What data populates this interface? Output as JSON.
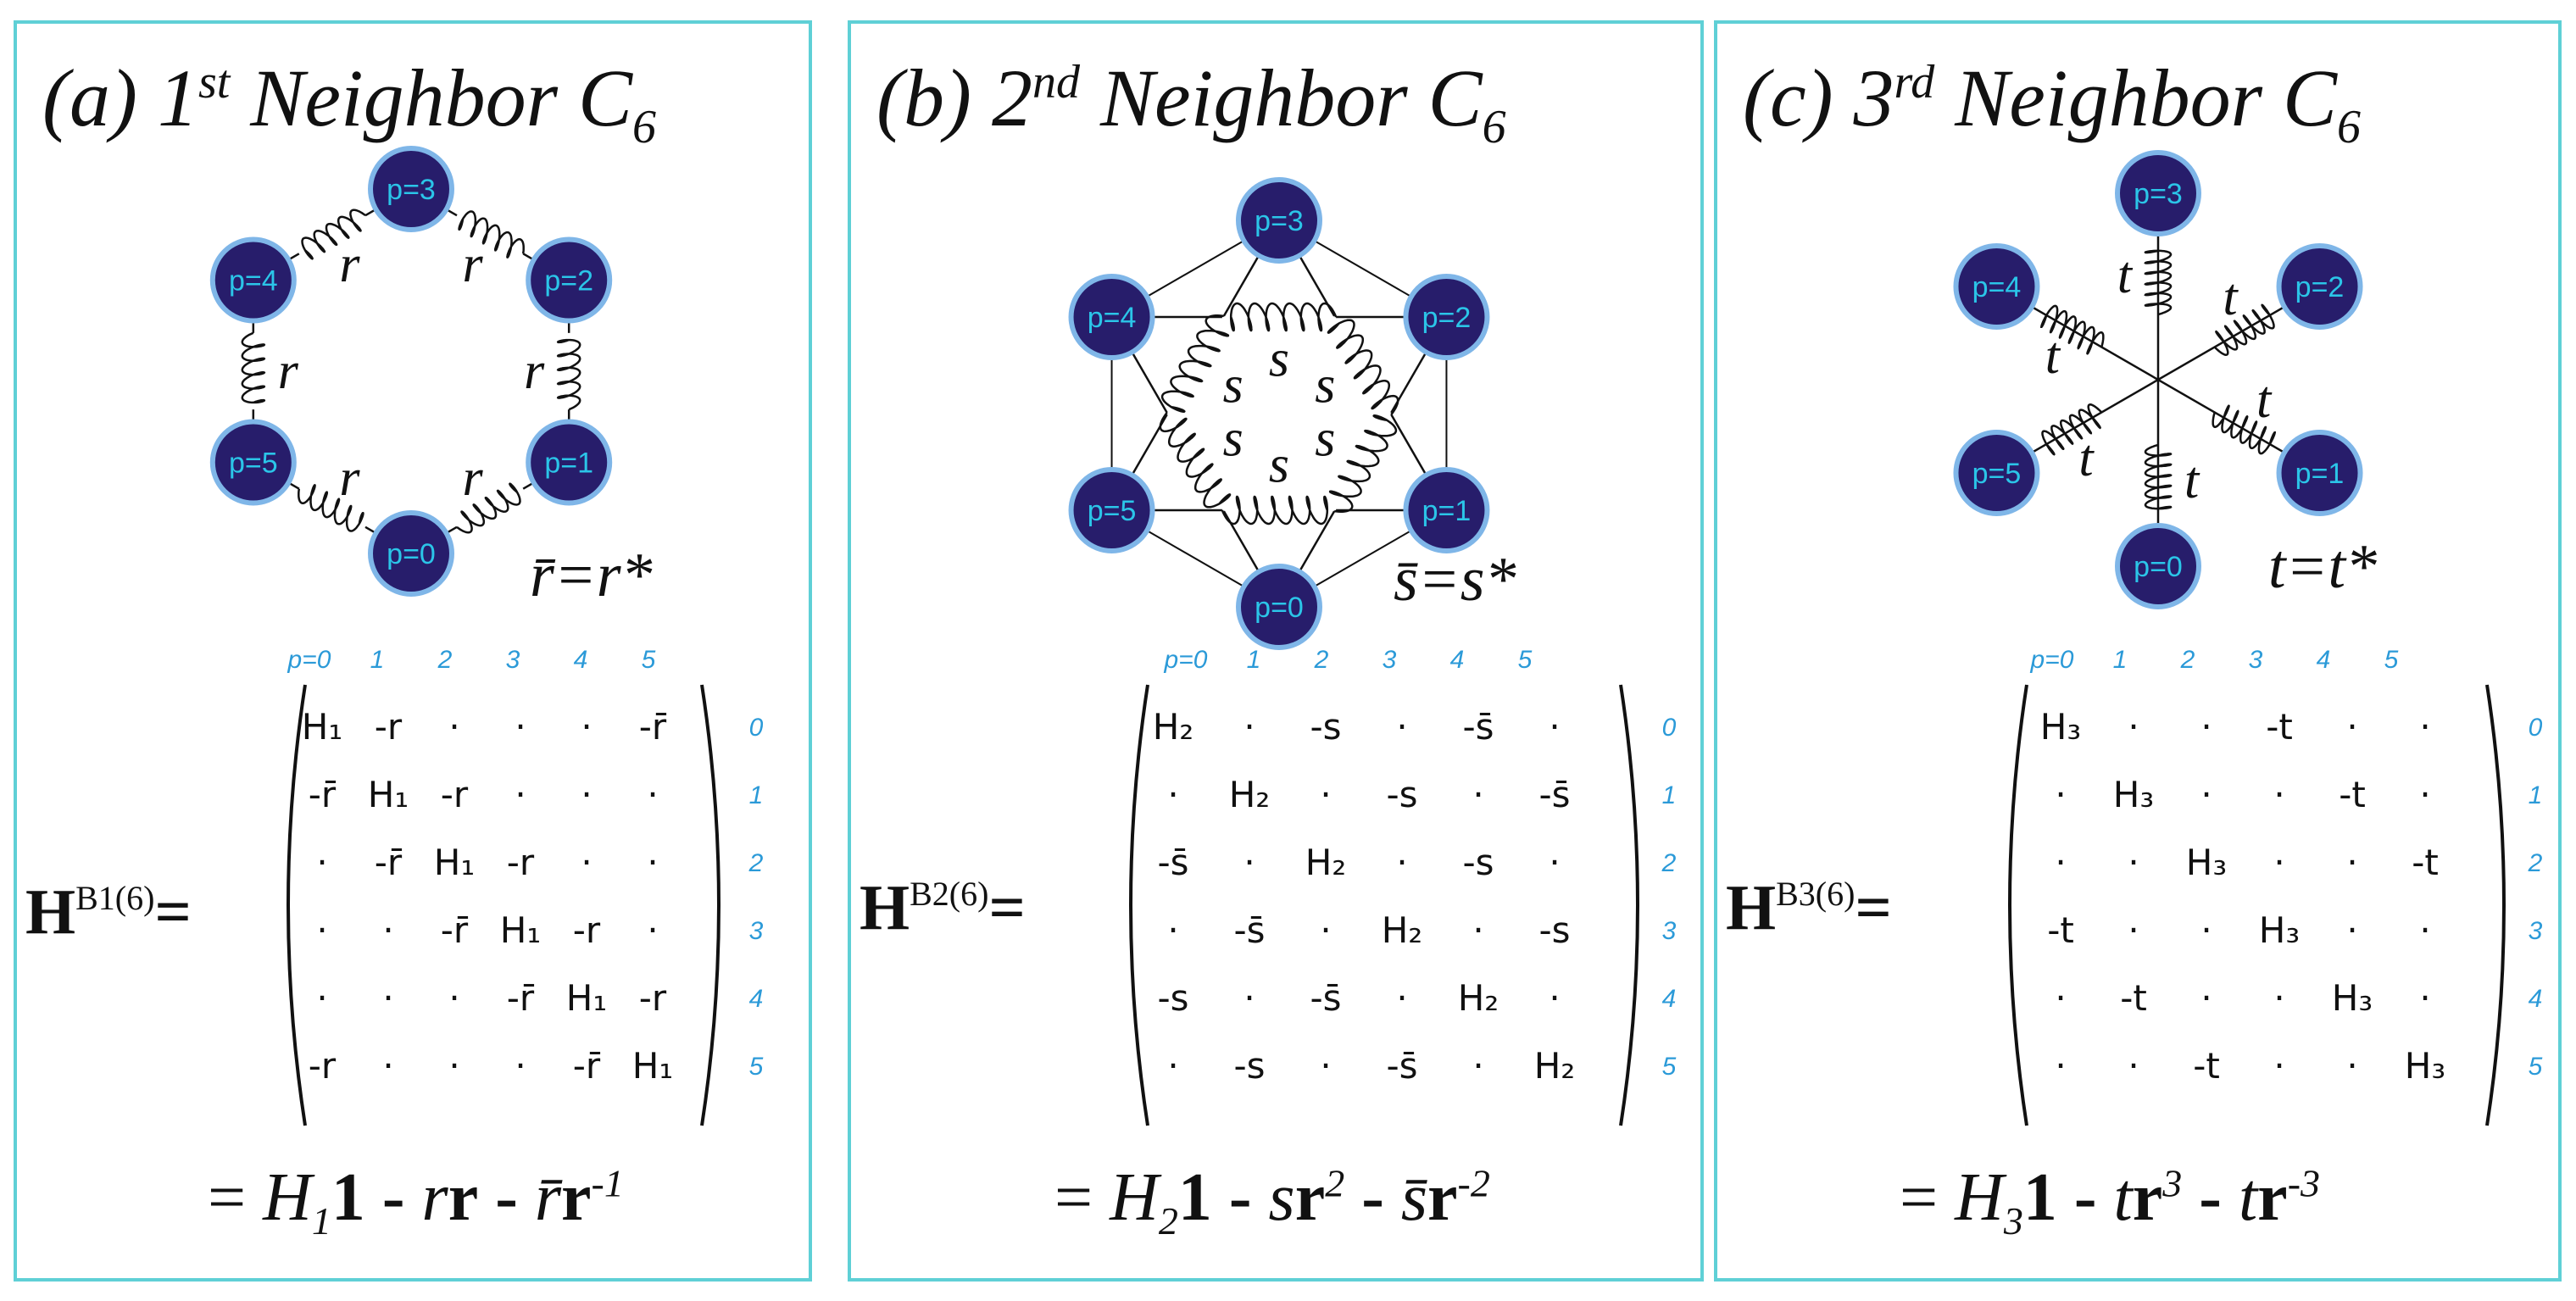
{
  "panels": [
    {
      "id": "p0",
      "title": {
        "prefix": "(a) 1",
        "sup": "st",
        "mid": " Neighbor C",
        "sub": "6"
      },
      "nodes": [
        "p=0",
        "p=1",
        "p=2",
        "p=3",
        "p=4",
        "p=5"
      ],
      "bond_label": "r",
      "conj": "r̄=r*",
      "col_indices": [
        "p=0",
        "1",
        "2",
        "3",
        "4",
        "5"
      ],
      "row_indices": [
        "0",
        "1",
        "2",
        "3",
        "4",
        "5"
      ],
      "matrix": [
        [
          "H₁",
          "-r",
          "·",
          "·",
          "·",
          "-r̄"
        ],
        [
          "-r̄",
          "H₁",
          "-r",
          "·",
          "·",
          "·"
        ],
        [
          "·",
          "-r̄",
          "H₁",
          "-r",
          "·",
          "·"
        ],
        [
          "·",
          "·",
          "-r̄",
          "H₁",
          "-r",
          "·"
        ],
        [
          "·",
          "·",
          "·",
          "-r̄",
          "H₁",
          "-r"
        ],
        [
          "-r",
          "·",
          "·",
          "·",
          "-r̄",
          "H₁"
        ]
      ],
      "lhs": {
        "base": "H",
        "sup": "B1(6)",
        "eq": "="
      },
      "equation": {
        "lead": "= ",
        "h": "H",
        "hsub": "1",
        "one": "1",
        "m1": " - ",
        "c1": "r",
        "v1": "r",
        "e1": "",
        "m2": " - ",
        "c2": "r̄",
        "v2": "r",
        "e2": "-1"
      }
    },
    {
      "id": "p1",
      "title": {
        "prefix": "(b) 2",
        "sup": "nd",
        "mid": " Neighbor C",
        "sub": "6"
      },
      "nodes": [
        "p=0",
        "p=1",
        "p=2",
        "p=3",
        "p=4",
        "p=5"
      ],
      "bond_label": "s",
      "conj": "s̄=s*",
      "col_indices": [
        "p=0",
        "1",
        "2",
        "3",
        "4",
        "5"
      ],
      "row_indices": [
        "0",
        "1",
        "2",
        "3",
        "4",
        "5"
      ],
      "matrix": [
        [
          "H₂",
          "·",
          "-s",
          "·",
          "-s̄",
          "·"
        ],
        [
          "·",
          "H₂",
          "·",
          "-s",
          "·",
          "-s̄"
        ],
        [
          "-s̄",
          "·",
          "H₂",
          "·",
          "-s",
          "·"
        ],
        [
          "·",
          "-s̄",
          "·",
          "H₂",
          "·",
          "-s"
        ],
        [
          "-s",
          "·",
          "-s̄",
          "·",
          "H₂",
          "·"
        ],
        [
          "·",
          "-s",
          "·",
          "-s̄",
          "·",
          "H₂"
        ]
      ],
      "lhs": {
        "base": "H",
        "sup": "B2(6)",
        "eq": "="
      },
      "equation": {
        "lead": "= ",
        "h": "H",
        "hsub": "2",
        "one": "1",
        "m1": " - ",
        "c1": "s",
        "v1": "r",
        "e1": "2",
        "m2": " - ",
        "c2": "s̄",
        "v2": "r",
        "e2": "-2"
      }
    },
    {
      "id": "p2",
      "title": {
        "prefix": "(c) 3",
        "sup": "rd",
        "mid": " Neighbor C",
        "sub": "6"
      },
      "nodes": [
        "p=0",
        "p=1",
        "p=2",
        "p=3",
        "p=4",
        "p=5"
      ],
      "bond_label": "t",
      "conj": "t=t*",
      "col_indices": [
        "p=0",
        "1",
        "2",
        "3",
        "4",
        "5"
      ],
      "row_indices": [
        "0",
        "1",
        "2",
        "3",
        "4",
        "5"
      ],
      "matrix": [
        [
          "H₃",
          "·",
          "·",
          "-t",
          "·",
          "·"
        ],
        [
          "·",
          "H₃",
          "·",
          "·",
          "-t",
          "·"
        ],
        [
          "·",
          "·",
          "H₃",
          "·",
          "·",
          "-t"
        ],
        [
          "-t",
          "·",
          "·",
          "H₃",
          "·",
          "·"
        ],
        [
          "·",
          "-t",
          "·",
          "·",
          "H₃",
          "·"
        ],
        [
          "·",
          "·",
          "-t",
          "·",
          "·",
          "H₃"
        ]
      ],
      "lhs": {
        "base": "H",
        "sup": "B3(6)",
        "eq": "="
      },
      "equation": {
        "lead": "= ",
        "h": "H",
        "hsub": "3",
        "one": "1",
        "m1": " - ",
        "c1": "t",
        "v1": "r",
        "e1": "3",
        "m2": " - ",
        "c2": "t",
        "v2": "r",
        "e2": "-3"
      }
    }
  ],
  "colors": {
    "node_fill": "#271d6b",
    "node_stroke": "#7fb6e8",
    "node_text": "#2bc5e8",
    "index_text": "#2b9ad8",
    "border": "#5fd0d6"
  }
}
